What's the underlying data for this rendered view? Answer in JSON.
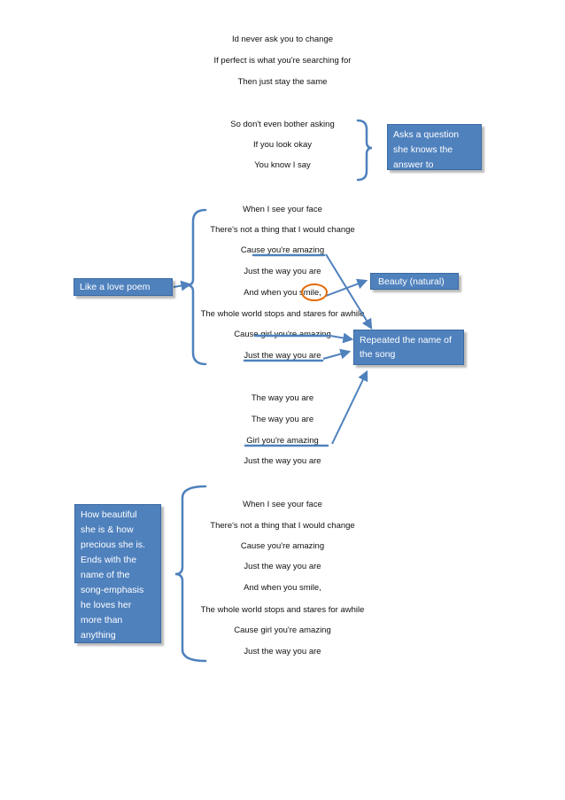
{
  "lyrics": {
    "verse1": [
      "Id never ask you to change",
      "If perfect is what you're searching for",
      "Then just stay the same"
    ],
    "verse2": [
      "So don't even bother asking",
      "If you look okay",
      "You know I say"
    ],
    "chorus1": [
      "When I see your face",
      "There's not a thing that I would change",
      "Cause you're amazing",
      "Just the way you are",
      "And when you smile,",
      "The whole world stops and stares for awhile",
      "Cause girl you're amazing",
      "Just the way you are"
    ],
    "bridge": [
      "The way you are",
      "The way you are",
      "Girl you're amazing",
      "Just the way you are"
    ],
    "chorus2": [
      "When I see your face",
      "There's not a thing that I would change",
      "Cause you're amazing",
      "Just the way you are",
      "And when you smile,",
      "The whole world stops and stares for awhile",
      "Cause girl you're amazing",
      "Just the way you are"
    ]
  },
  "notes": {
    "question": [
      "Asks a question",
      "she knows the",
      "answer to"
    ],
    "love_poem": "Like a love poem",
    "beauty": "Beauty (natural)",
    "repeated": [
      "Repeated the name of",
      "the song"
    ],
    "how_beautiful": [
      "How beautiful",
      "she is & how",
      "precious she is.",
      "Ends with the",
      "name of the",
      "song-emphasis",
      "he loves her",
      "more than",
      "anything"
    ]
  },
  "colors": {
    "note_fill": "#4f81bd",
    "arrow": "#4f81bd",
    "circle": "#e46c0a"
  }
}
